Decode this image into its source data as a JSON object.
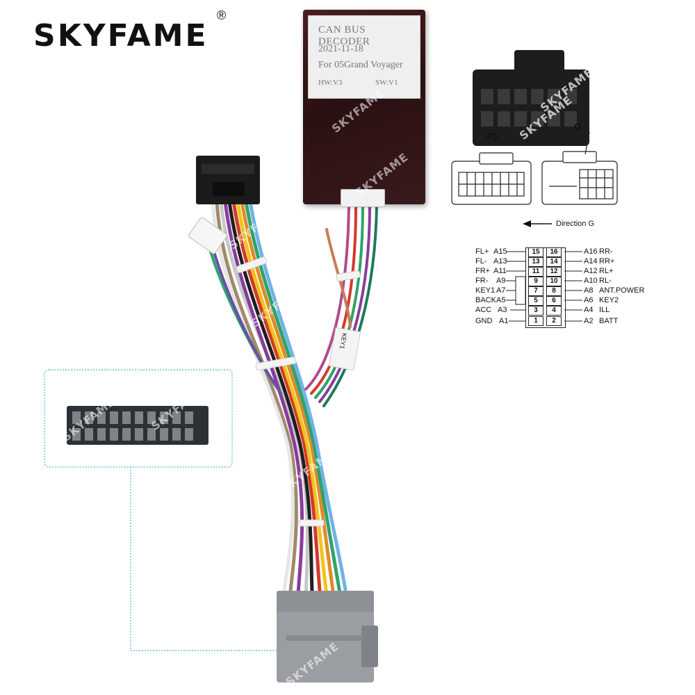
{
  "brand": {
    "name": "SKYFAME",
    "registered": "®"
  },
  "decoder": {
    "title": "CAN BUS DECODER",
    "date": "2021-11-18",
    "model": "For 05Grand Voyager",
    "hw": "HW:V3",
    "sw": "SW:V1"
  },
  "watermark": "SKYFAME",
  "wire_tag": "KEY1",
  "connectors": {
    "p1": "P1",
    "g": "G",
    "direction": "Direction G"
  },
  "pinout": {
    "left": [
      {
        "name": "FL+",
        "code": "A15"
      },
      {
        "name": "FL-",
        "code": "A13"
      },
      {
        "name": "FR+",
        "code": "A11"
      },
      {
        "name": "FR-",
        "code": "A9"
      },
      {
        "name": "KEY1",
        "code": "A7"
      },
      {
        "name": "BACK",
        "code": "A5"
      },
      {
        "name": "ACC",
        "code": "A3"
      },
      {
        "name": "GND",
        "code": "A1"
      }
    ],
    "right": [
      {
        "name": "RR-",
        "code": "A16"
      },
      {
        "name": "RR+",
        "code": "A14"
      },
      {
        "name": "RL+",
        "code": "A12"
      },
      {
        "name": "RL-",
        "code": "A10"
      },
      {
        "name": "ANT.POWER",
        "code": "A8"
      },
      {
        "name": "KEY2",
        "code": "A6"
      },
      {
        "name": "ILL",
        "code": "A4"
      },
      {
        "name": "BATT",
        "code": "A2"
      }
    ],
    "pins_left": [
      "15",
      "13",
      "11",
      "9",
      "7",
      "5",
      "3",
      "1"
    ],
    "pins_right": [
      "16",
      "14",
      "12",
      "10",
      "8",
      "6",
      "4",
      "2"
    ]
  },
  "colors": {
    "decoder": "#2a1012",
    "connector_gray": "#8b9096",
    "callout": "#4fb3d6"
  }
}
